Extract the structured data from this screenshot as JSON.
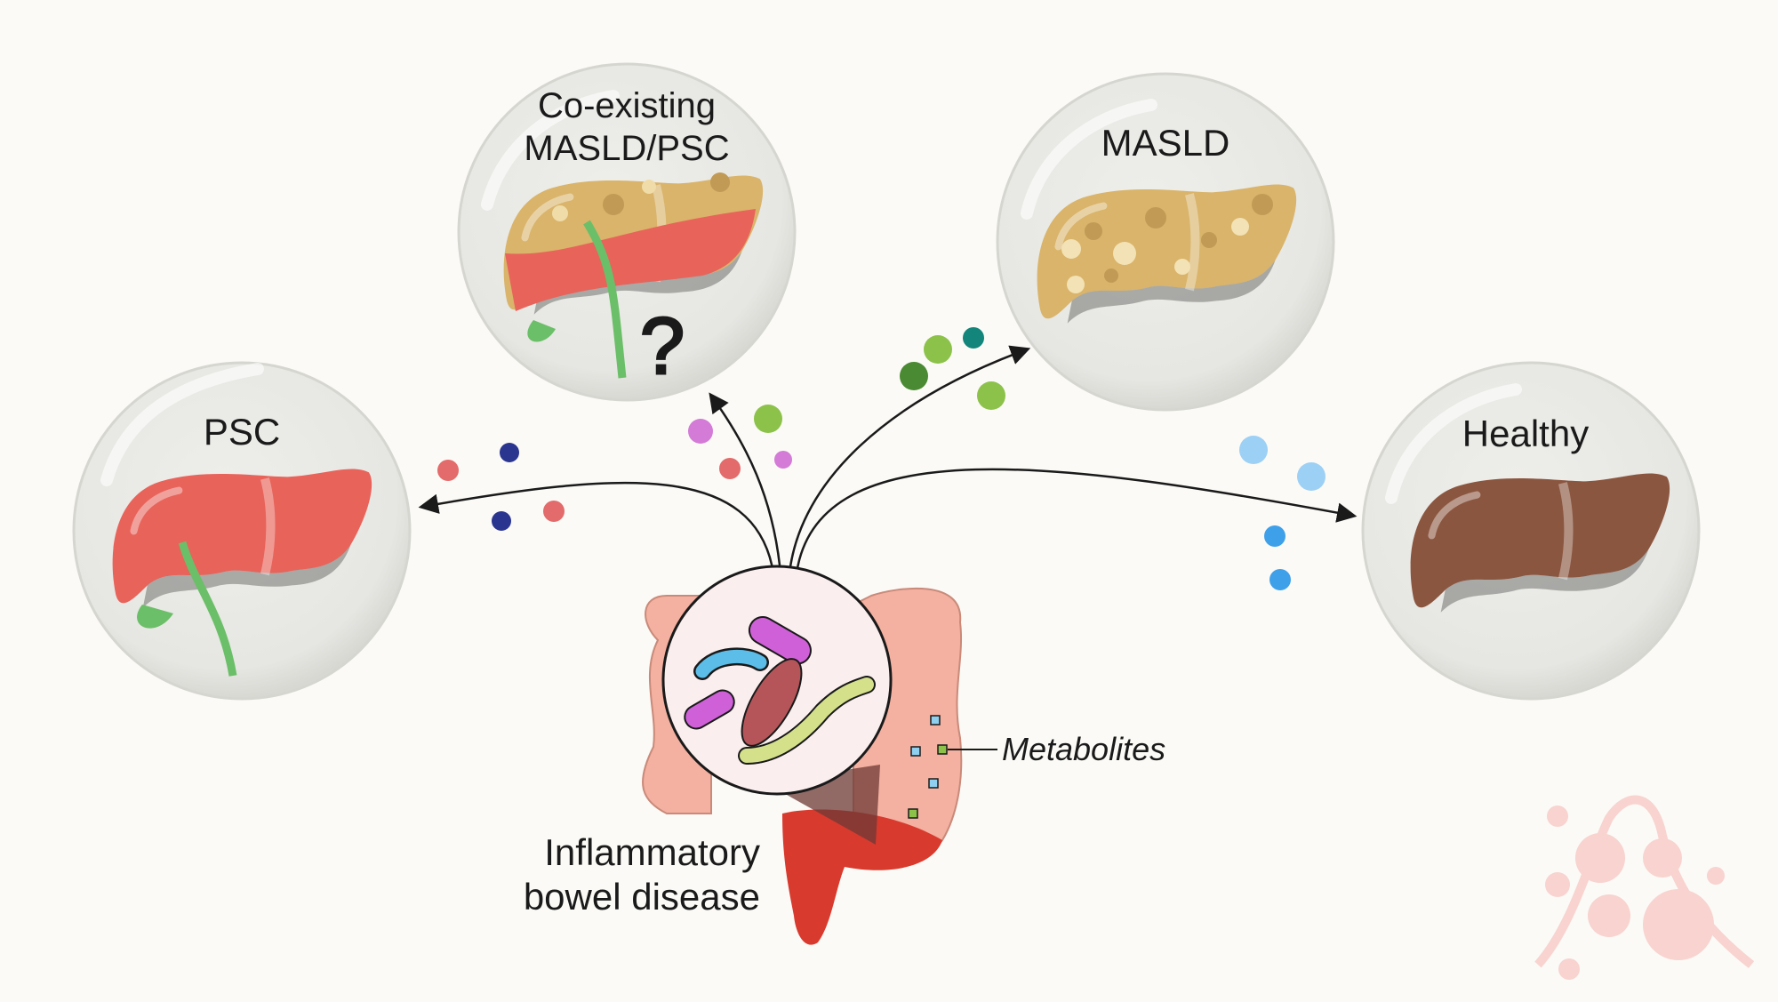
{
  "nodes": {
    "psc": {
      "label": "PSC",
      "liver_color": "#e8635a"
    },
    "coexisting": {
      "label_line1": "Co-existing",
      "label_line2": "MASLD/PSC",
      "question_mark": "?"
    },
    "masld": {
      "label": "MASLD",
      "liver_color": "#d9b46a"
    },
    "healthy": {
      "label": "Healthy",
      "liver_color": "#8b5640"
    },
    "ibd": {
      "label_line1": "Inflammatory",
      "label_line2": "bowel disease"
    }
  },
  "annotations": {
    "metabolites": "Metabolites"
  },
  "colors": {
    "background": "#fbfaf6",
    "bubble": "#e8e8e4",
    "colon": "#f4b0a0",
    "inflamed": "#d93a2e",
    "arrow": "#1a1a1a"
  },
  "edges": [
    {
      "from": "ibd",
      "to": "psc"
    },
    {
      "from": "ibd",
      "to": "coexisting"
    },
    {
      "from": "ibd",
      "to": "masld"
    },
    {
      "from": "ibd",
      "to": "healthy"
    }
  ]
}
